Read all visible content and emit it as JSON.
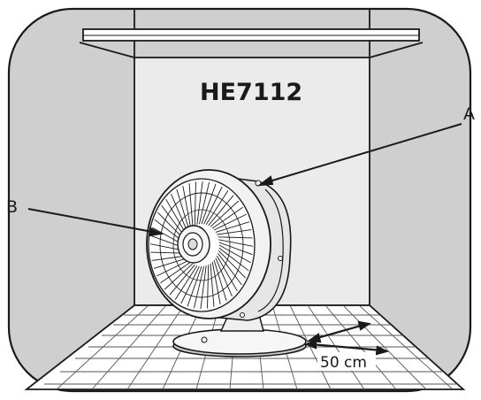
{
  "diagram": {
    "model_label": "HE7112",
    "callouts": [
      {
        "id": "A",
        "label": "A"
      },
      {
        "id": "B",
        "label": "B"
      }
    ],
    "dimension_label": "50 cm",
    "colors": {
      "frame_fill": "#cfcfcf",
      "wall_fill": "#ebebeb",
      "floor_fill": "#ffffff",
      "stroke": "#1a1a1a"
    }
  }
}
